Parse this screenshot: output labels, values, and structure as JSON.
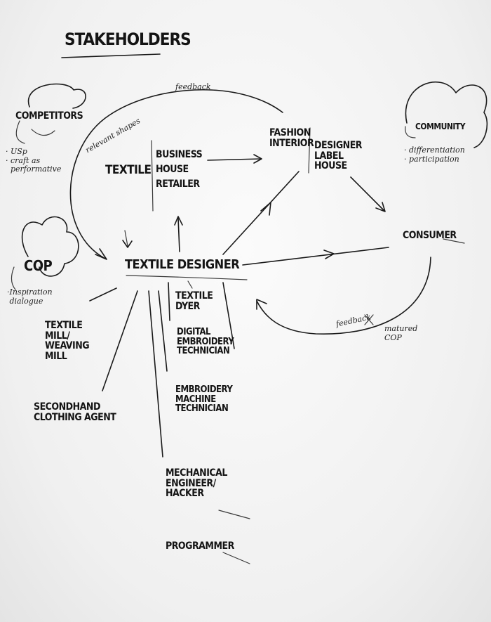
{
  "title": "STAKEHOLDERS",
  "nodes": {
    "competitors": "COMPETITORS",
    "competitors_notes": "· USp\n· craft as\n  performative",
    "cop": "COP",
    "cop_notes": "·Inspiration\n dialogue",
    "textile": "TEXTILE",
    "business_house_retailer": "BUSINESS\nHOUSE\nRETAILER",
    "fashion_interior": "FASHION\nINTERIOR",
    "designer_label_house": "DESIGNER\nLABEL\nHOUSE",
    "community": "COMMUNITY",
    "community_notes": "· differentiation\n· participation",
    "consumer": "CONSUMER",
    "textile_designer": "TEXTILE DESIGNER",
    "textile_mill": "TEXTILE\nMILL/\nWEAVING\nMILL",
    "textile_dyer": "TEXTILE\nDYER",
    "digital_embroidery": "DIGITAL\nEMBROIDERY\nTECHNICIAN",
    "embroidery_machine": "EMBROIDERY\nMACHINE\nTECHNICIAN",
    "second_hand": "SECONDHAND\nCLOTHING AGENT",
    "mechanical_engineer": "MECHANICAL\nENGINEER/\nHACKER",
    "programmer": "PROGRAMMER",
    "matured_cop": "matured\nCOP"
  },
  "edge_labels": {
    "feedback_top": "feedback",
    "feedback_bottom": "feedback",
    "relevant_shapes": "relevant shapes"
  }
}
